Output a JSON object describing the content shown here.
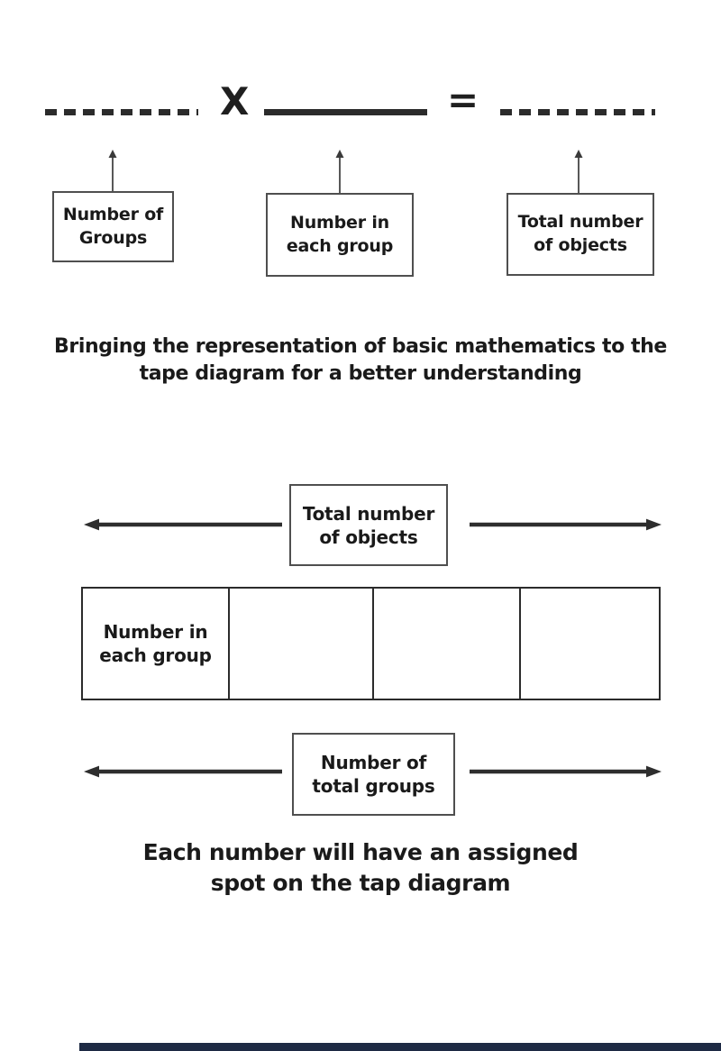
{
  "colors": {
    "ink": "#1f1f1f",
    "line": "#2b2b2b",
    "box_border": "#4f4f4f",
    "footer_bar": "#1e2a44",
    "bg": "#ffffff"
  },
  "equation": {
    "times": "X",
    "equals": "=",
    "pointer_labels": [
      {
        "lines": [
          "Number of",
          "Groups"
        ]
      },
      {
        "lines": [
          "Number in",
          "each group"
        ]
      },
      {
        "lines": [
          "Total number",
          "of objects"
        ]
      }
    ]
  },
  "intro_heading": {
    "line1": "Bringing the representation of basic mathematics to the",
    "line2": "tape diagram for a better understanding"
  },
  "tape_diagram": {
    "total_label": {
      "lines": [
        "Total number",
        "of objects"
      ]
    },
    "unit_label": {
      "lines": [
        "Number in",
        "each group"
      ]
    },
    "groups_label": {
      "lines": [
        "Number of",
        "total groups"
      ]
    },
    "cell_count": 4
  },
  "footer_heading": {
    "line1": "Each number will have an assigned",
    "line2": "spot on the tap diagram"
  }
}
